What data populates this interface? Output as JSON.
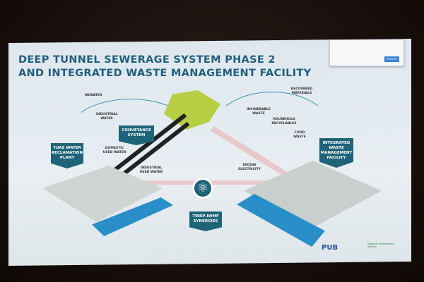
{
  "title": {
    "line1": "DEEP TUNNEL SEWERAGE SYSTEM PHASE 2",
    "line2": "AND INTEGRATED WASTE MANAGEMENT FACILITY"
  },
  "popup": {
    "button": "Redirect"
  },
  "labels": {
    "newater": "NEWATER",
    "industrial_water": "INDUSTRIAL WATER",
    "domestic": "DOMESTIC USED WATER",
    "industrial_used": "INDUSTRIAL USED WATER",
    "recovered": "RECOVERED MATERIALS",
    "incinerable": "INCINERABLE WASTE",
    "recyclables": "HOUSEHOLD RECYCLABLES",
    "food": "FOOD WASTE",
    "electricity": "EXCESS ELECTRICITY"
  },
  "badges": {
    "tuas": "TUAS WATER RECLAMATION PLANT",
    "conveyance": "CONVEYANCE SYSTEM",
    "iwmf": "INTEGRATED WASTE MANAGEMENT FACILITY",
    "synergies": "TWRP-IWMF SYNERGIES"
  },
  "logos": {
    "pub": "PUB",
    "nea": "National Environment Agency"
  }
}
